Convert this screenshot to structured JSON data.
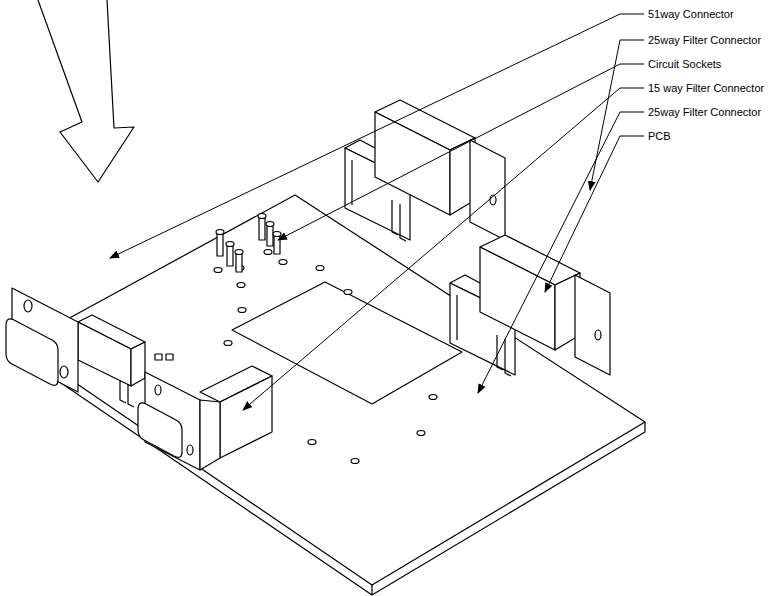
{
  "diagram": {
    "labels": [
      "51way Connector",
      "25way Filter Connector",
      "Circuit Sockets",
      "15 way Filter Connector",
      "25way Filter Connector",
      "PCB"
    ]
  }
}
